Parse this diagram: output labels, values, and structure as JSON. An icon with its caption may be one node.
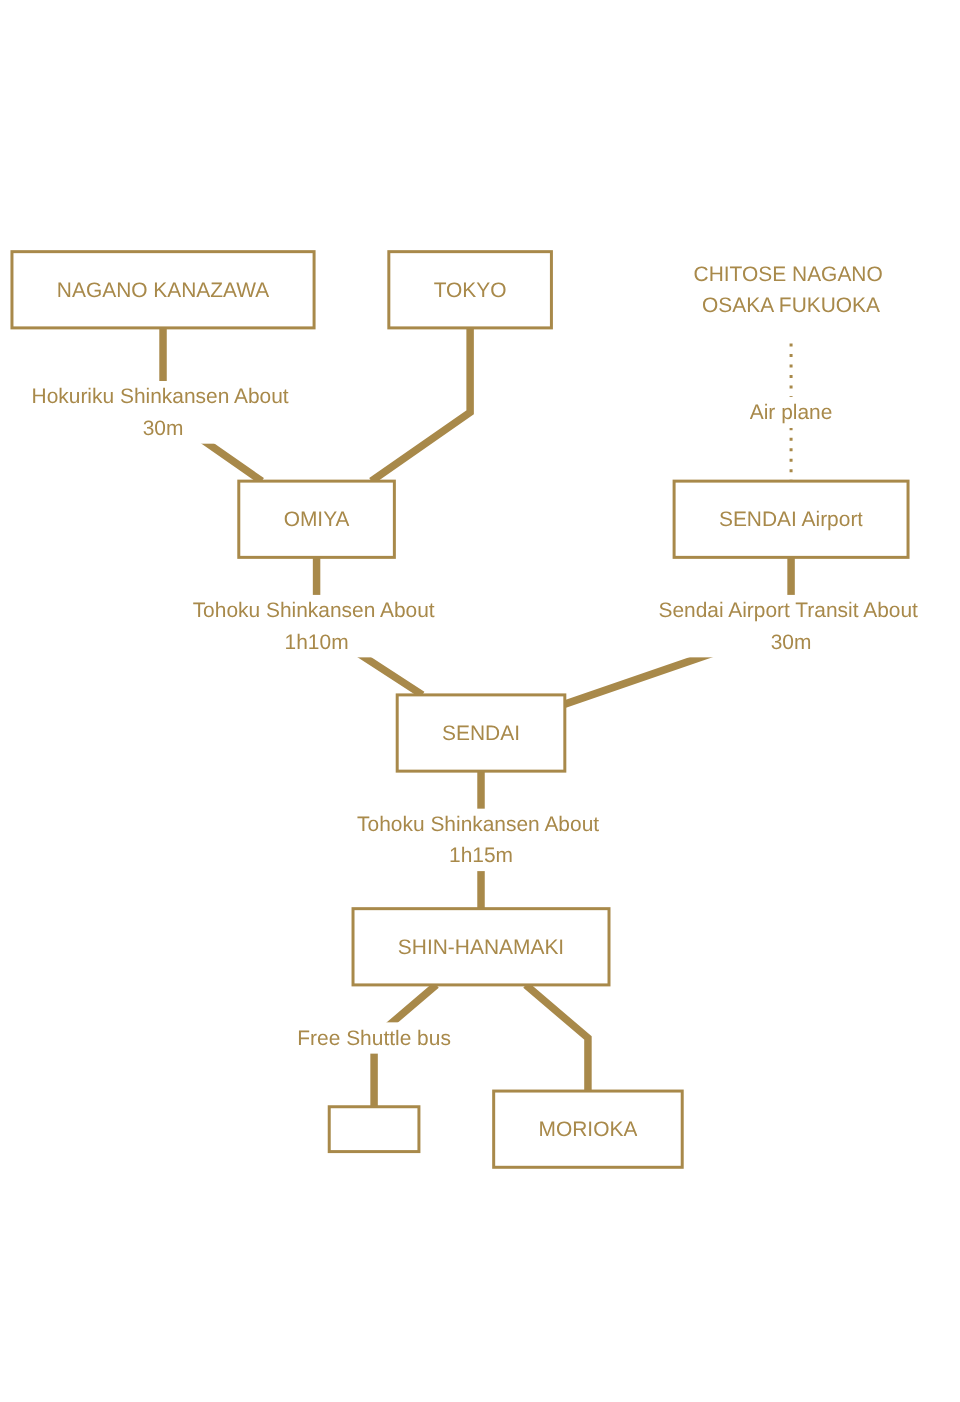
{
  "diagram": {
    "nodes": [
      {
        "text": [
          "NAGANO KANAZAWA"
        ]
      },
      {
        "text": [
          "TOKYO"
        ]
      },
      {
        "text": [
          "OMIYA"
        ]
      },
      {
        "text": [
          "SENDAI Airport"
        ]
      },
      {
        "text": [
          "SENDAI"
        ]
      },
      {
        "text": [
          "SHIN-HANAMAKI"
        ]
      },
      {
        "text": [],
        "shape": "box"
      },
      {
        "text": [
          "MORIOKA"
        ]
      },
      {
        "text": [
          "CHITOSE NAGANO OSAKA FUKUOKA"
        ]
      }
    ],
    "edges": [
      {
        "from": 0,
        "to": 2,
        "arrow": "none",
        "label": "Hokuriku Shinkansen About 30m"
      },
      {
        "from": 1,
        "to": 2,
        "arrow": "none"
      },
      {
        "from": 2,
        "to": 4,
        "arrow": "none",
        "label": "Tohoku Shinkansen About 1h10m"
      },
      {
        "from": 8,
        "to": 3,
        "arrow": "none",
        "label": "Air plane",
        "style": "dashed"
      },
      {
        "from": 3,
        "to": 4,
        "arrow": "none",
        "label": "Sendai Airport Transit About 30m"
      },
      {
        "from": 4,
        "to": 5,
        "arrow": "none",
        "label": "Tohoku Shinkansen About 1h15m"
      },
      {
        "from": 5,
        "to": 6,
        "arrow": "none",
        "label": "Free Shuttle bus"
      },
      {
        "from": 5,
        "to": 7,
        "arrow": "none"
      }
    ]
  }
}
